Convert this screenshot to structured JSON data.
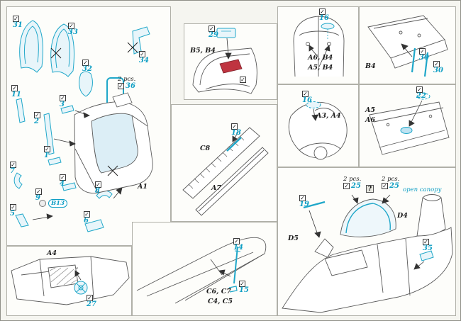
{
  "symbols": {
    "check": "✓",
    "question": "?"
  },
  "colors": {
    "part_blue": "#0e9ec4",
    "line_gray": "#5a5a5a",
    "accent_red": "#bf3440",
    "panel_border": "#b0b0a8"
  },
  "panels": {
    "seat_assembly": {
      "parts": {
        "p31": "31",
        "p33": "33",
        "p32": "32",
        "p34": "34",
        "p36": "36",
        "p11": "11",
        "p3": "3",
        "p2": "2",
        "p1": "1",
        "p7": "7",
        "p4": "4",
        "p9": "9",
        "p8": "8",
        "pB13": "B13",
        "p5": "5",
        "p6": "6"
      },
      "qty36": "2 pcs.",
      "refs": {
        "a1": "A1"
      }
    },
    "fuselage_side": {
      "parts": {
        "p27": "27"
      },
      "refs": {
        "a4": "A4"
      }
    },
    "instrument_coaming": {
      "parts": {
        "p29": "29"
      },
      "refs": {
        "b5_b4": "B5, B4"
      }
    },
    "cockpit_sill": {
      "parts": {
        "p18": "18"
      },
      "refs": {
        "c8": "C8",
        "a7": "A7"
      }
    },
    "wing_tip": {
      "parts": {
        "p14": "14",
        "p15": "15"
      },
      "refs": {
        "c6_c7": "C6, C7",
        "c4_c5": "C4, C5"
      }
    },
    "cowl_top": {
      "parts": {
        "p16": "16"
      },
      "refs": {
        "a6_b4": "A6, B4",
        "a5_b4": "A5, B4"
      }
    },
    "wing_panel_outer": {
      "parts": {
        "p30a": "30",
        "p30b": "30"
      },
      "refs": {
        "b4": "B4"
      }
    },
    "nose_cone": {
      "parts": {
        "p16": "16"
      },
      "refs": {
        "a3_a4": "A3, A4"
      }
    },
    "wing_panel_inner": {
      "parts": {
        "p22": "22"
      },
      "refs": {
        "a5": "A5",
        "a6": "A6"
      }
    },
    "rear_fuselage": {
      "parts": {
        "p25a": "25",
        "p25b": "25",
        "p19": "19",
        "p35": "35"
      },
      "qty25a": "2 pcs.",
      "qty25b": "2 pcs.",
      "note_open_canopy": "open canopy",
      "refs": {
        "d5": "D5",
        "d4": "D4"
      }
    }
  }
}
